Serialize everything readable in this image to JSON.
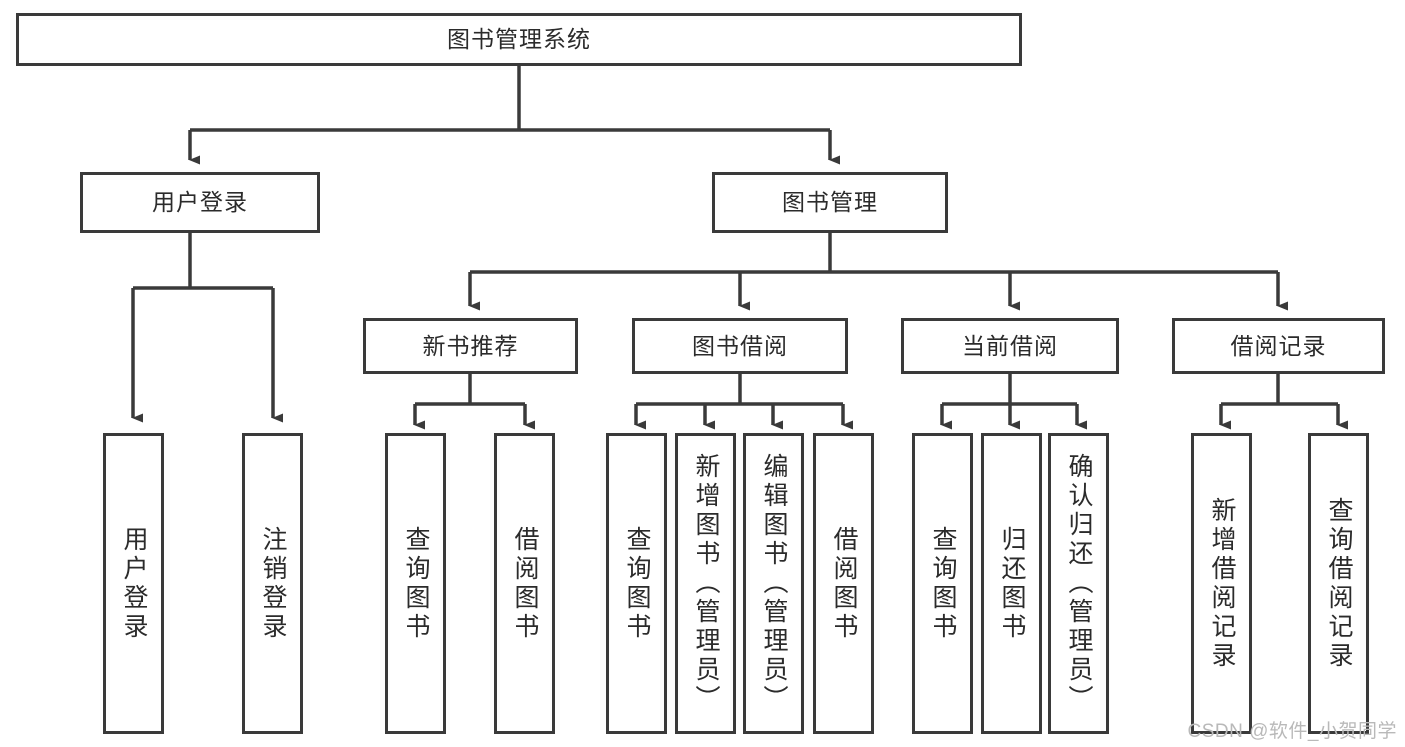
{
  "diagram": {
    "title": "图书管理系统",
    "type": "tree-hierarchy-chart",
    "watermark": "CSDN @软件_小贺同学",
    "colors": {
      "box_border": "#3a3a3a",
      "box_fill": "#ffffff",
      "connector": "#3a3a3a",
      "text": "#2b2b2b",
      "watermark": "#b9b9b9",
      "background": "#ffffff"
    },
    "nodes": {
      "root": {
        "label": "图书管理系统"
      },
      "level2": [
        {
          "id": "user-login",
          "label": "用户登录"
        },
        {
          "id": "book-manage",
          "label": "图书管理"
        }
      ],
      "level3": [
        {
          "id": "new-book-recommend",
          "label": "新书推荐"
        },
        {
          "id": "book-borrow",
          "label": "图书借阅"
        },
        {
          "id": "current-borrow",
          "label": "当前借阅"
        },
        {
          "id": "borrow-record",
          "label": "借阅记录"
        }
      ],
      "leaves": {
        "user-login": [
          {
            "id": "leaf-user-login",
            "label": "用户登录"
          },
          {
            "id": "leaf-logout-login",
            "label": "注销登录"
          }
        ],
        "new-book-recommend": [
          {
            "id": "leaf-query-book-1",
            "label": "查询图书"
          },
          {
            "id": "leaf-borrow-book-1",
            "label": "借阅图书"
          }
        ],
        "book-borrow": [
          {
            "id": "leaf-query-book-2",
            "label": "查询图书"
          },
          {
            "id": "leaf-add-book",
            "label": "新增图书（管理员）"
          },
          {
            "id": "leaf-edit-book",
            "label": "编辑图书（管理员）"
          },
          {
            "id": "leaf-borrow-book-2",
            "label": "借阅图书"
          }
        ],
        "current-borrow": [
          {
            "id": "leaf-query-book-3",
            "label": "查询图书"
          },
          {
            "id": "leaf-return-book",
            "label": "归还图书"
          },
          {
            "id": "leaf-confirm-return",
            "label": "确认归还（管理员）"
          }
        ],
        "borrow-record": [
          {
            "id": "leaf-add-borrow-record",
            "label": "新增借阅记录"
          },
          {
            "id": "leaf-query-borrow-record",
            "label": "查询借阅记录"
          }
        ]
      }
    }
  }
}
